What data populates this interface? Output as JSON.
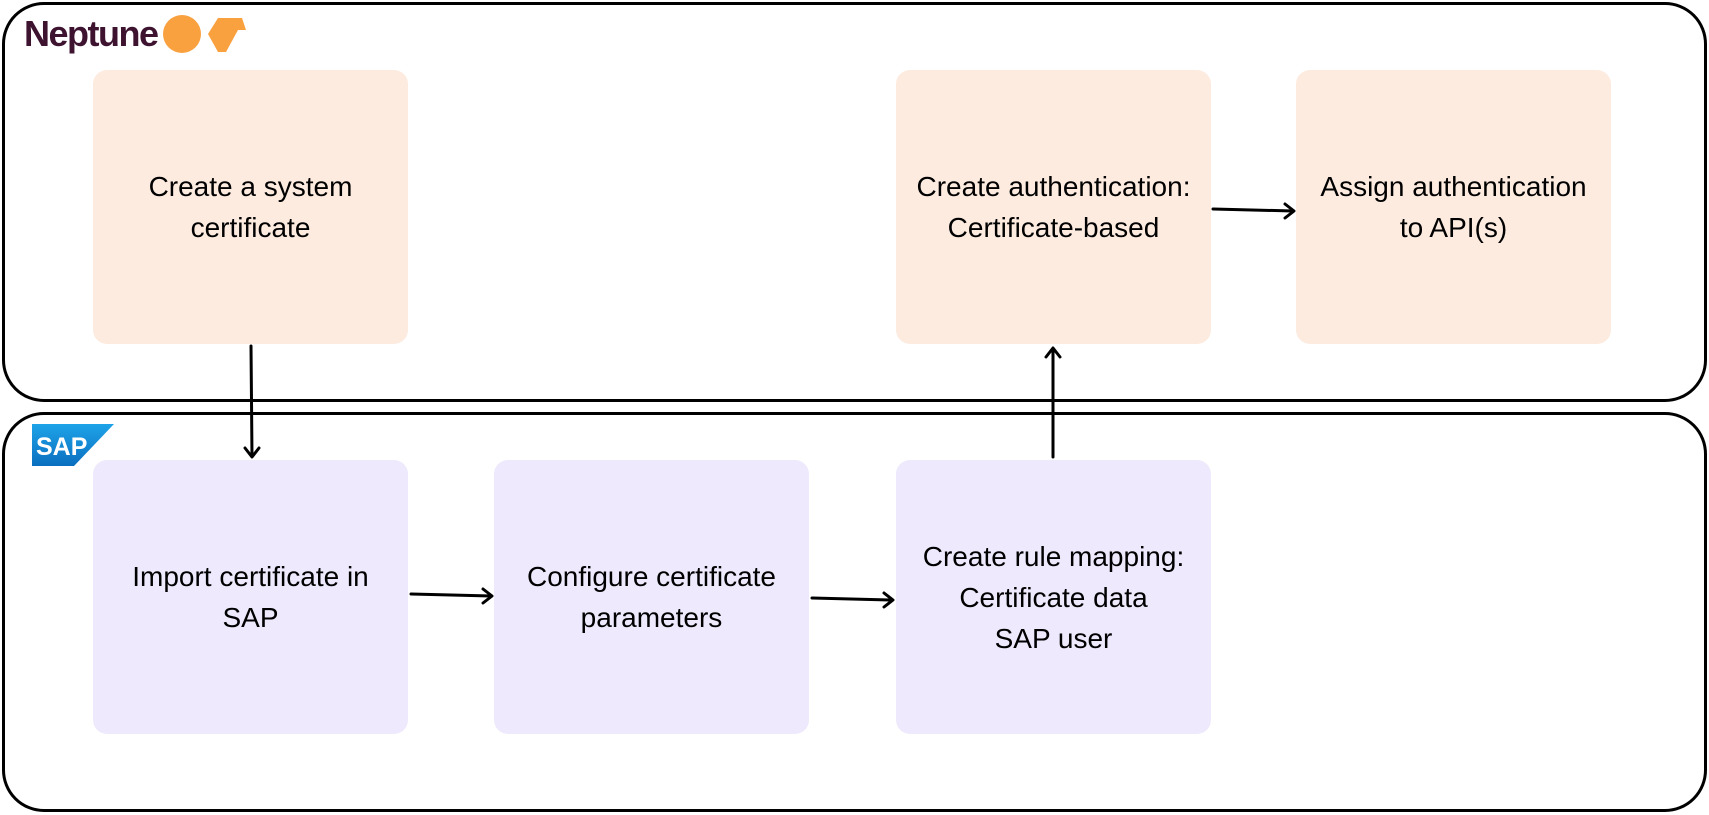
{
  "lanes": {
    "top": {
      "logo": {
        "text": "Neptune",
        "icon": "neptune-shapes-icon",
        "text_color": "#3d1330",
        "icon_color": "#f9a03f"
      }
    },
    "bottom": {
      "logo": {
        "text": "SAP",
        "icon": "sap-logo-icon",
        "color": "#1b8fd6"
      }
    }
  },
  "nodes": {
    "create_system_certificate": "Create a system\ncertificate",
    "create_authentication": "Create authentication:\nCertificate-based",
    "assign_authentication": "Assign authentication\nto API(s)",
    "import_certificate": "Import certificate in\nSAP",
    "configure_parameters": "Configure certificate\nparameters",
    "create_rule_mapping": "Create rule mapping:\nCertificate data\nSAP user"
  },
  "edges": [
    {
      "from": "create_system_certificate",
      "to": "import_certificate"
    },
    {
      "from": "import_certificate",
      "to": "configure_parameters"
    },
    {
      "from": "configure_parameters",
      "to": "create_rule_mapping"
    },
    {
      "from": "create_rule_mapping",
      "to": "create_authentication"
    },
    {
      "from": "create_authentication",
      "to": "assign_authentication"
    }
  ],
  "colors": {
    "neptune_box": "#fdebe0",
    "sap_box": "#eee9fc",
    "border": "#000000"
  }
}
